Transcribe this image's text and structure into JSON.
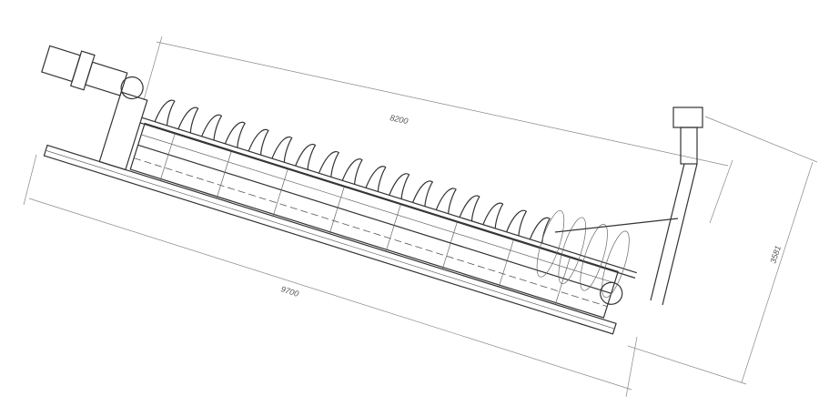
{
  "drawing": {
    "subject": "",
    "dimensions": {
      "trough_length": "8200",
      "overall_length": "9700",
      "height": "3581"
    },
    "colors": {
      "line": "#333333",
      "dimension": "#888888",
      "background": "#ffffff"
    }
  }
}
